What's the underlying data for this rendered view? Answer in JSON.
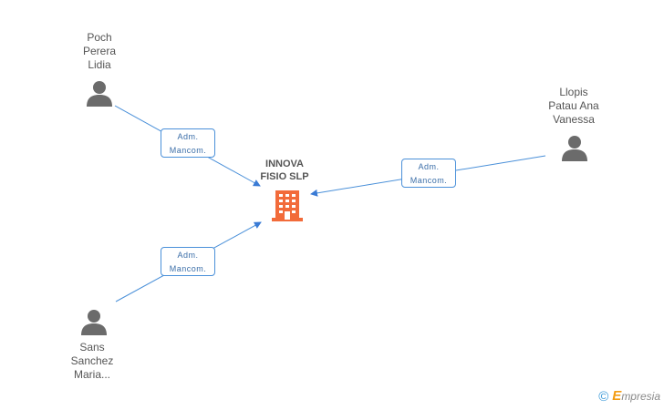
{
  "company": {
    "name_line1": "INNOVA",
    "name_line2": "FISIO SLP"
  },
  "people": [
    {
      "lines": [
        "Poch",
        "Perera",
        "Lidia"
      ]
    },
    {
      "lines": [
        "Llopis",
        "Patau Ana",
        "Vanessa"
      ]
    },
    {
      "lines": [
        "Sans",
        "Sanchez",
        "Maria..."
      ]
    }
  ],
  "roles": [
    {
      "line1": "Adm.",
      "line2": "Mancom."
    },
    {
      "line1": "Adm.",
      "line2": "Mancom."
    },
    {
      "line1": "Adm.",
      "line2": "Mancom."
    }
  ],
  "colors": {
    "line": "#4a90d9",
    "person": "#6b6b6b",
    "building": "#f26b3a"
  },
  "brand": {
    "copyright": "©",
    "e": "E",
    "rest": "mpresia"
  }
}
